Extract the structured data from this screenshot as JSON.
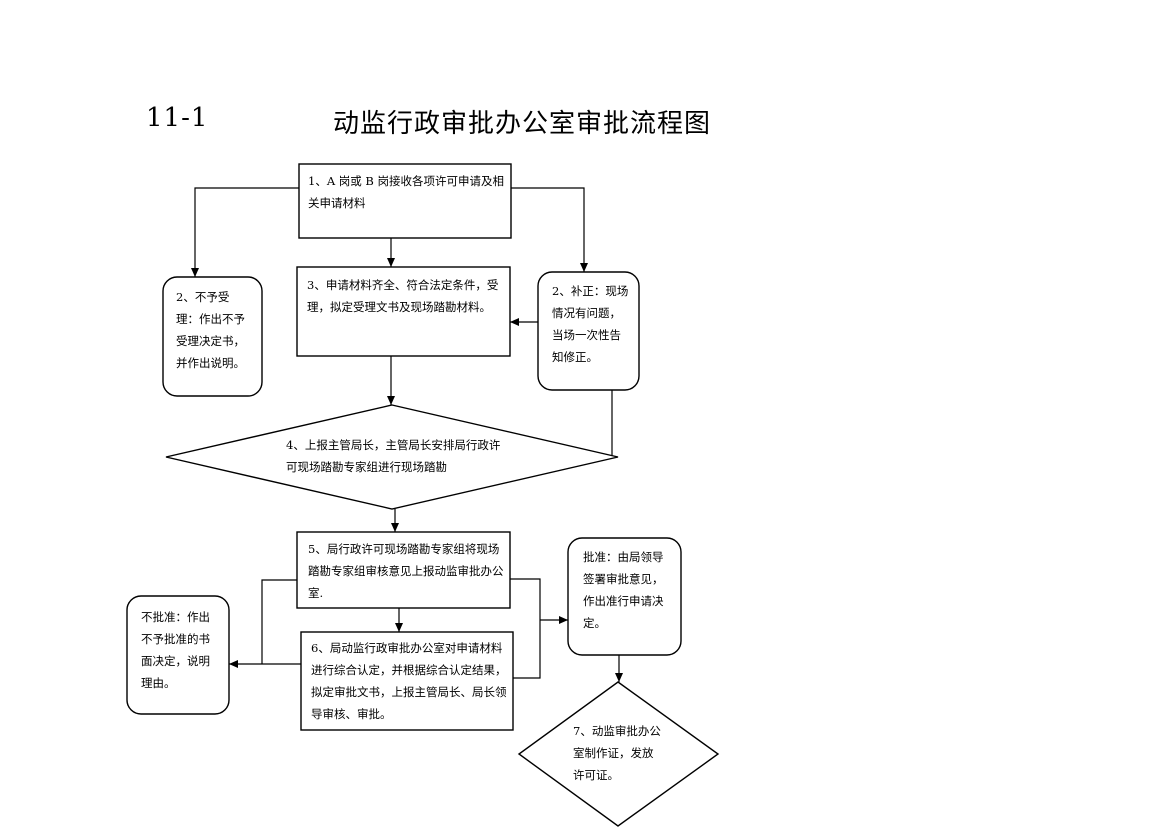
{
  "header": {
    "code": "11-1",
    "title": "动监行政审批办公室审批流程图"
  },
  "nodes": {
    "n1": "1、A 岗或 B 岗接收各项许可申请及相关申请材料",
    "n2_reject": "2、不予受理：作出不予受理决定书，并作出说明。",
    "n2_supplement": "2、补正：现场情况有问题，当场一次性告知修正。",
    "n3": "3、申请材料齐全、符合法定条件，受理，拟定受理文书及现场踏勘材料。",
    "n4": "4、上报主管局长，主管局长安排局行政许可现场踏勘专家组进行现场踏勘",
    "n5": "5、局行政许可现场踏勘专家组将现场踏勘专家组审核意见上报动监审批办公室.",
    "n6": "6、局动监行政审批办公室对申请材料进行综合认定，并根据综合认定结果，拟定审批文书，上报主管局长、局长领导审核、审批。",
    "approve": "批准：由局领导签署审批意见，作出准行申请决定。",
    "reject": "不批准：作出不予批准的书面决定，说明理由。",
    "n7": "7、动监审批办公室制作证，发放许可证。"
  }
}
